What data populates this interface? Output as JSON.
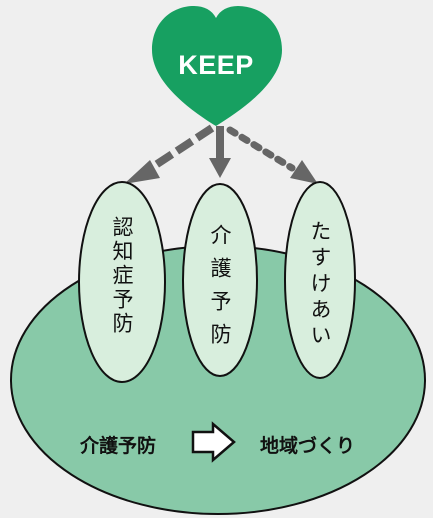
{
  "heart": {
    "label": "KEEP",
    "color": "#17a061"
  },
  "pills": [
    {
      "label": "認知症予防"
    },
    {
      "label": "介護予防"
    },
    {
      "label": "たすけあい"
    }
  ],
  "bottom": {
    "left": "介護予防",
    "right": "地域づくり"
  },
  "colors": {
    "background": "#efefef",
    "big_ellipse_fill": "#88c9a8",
    "pill_fill": "#d8eedd",
    "arrow": "#666666",
    "outline": "#111111"
  }
}
